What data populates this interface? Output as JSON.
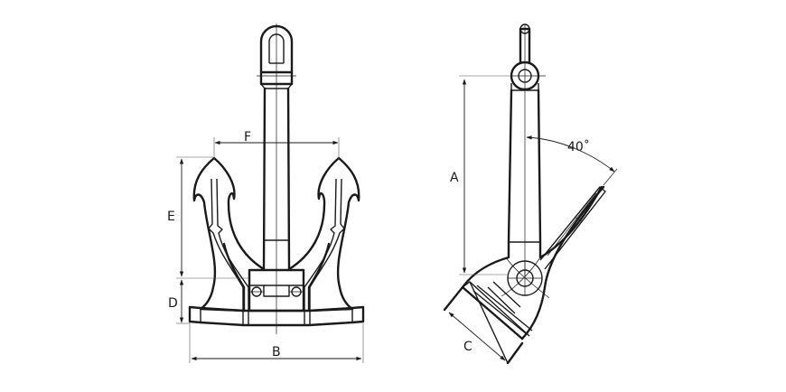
{
  "figure": {
    "colors": {
      "line": "#1a1a1a",
      "background": "#ffffff"
    },
    "front_view": {
      "dimension_labels": {
        "b": "B",
        "d": "D",
        "e": "E",
        "f": "F"
      }
    },
    "side_view": {
      "dimension_labels": {
        "a": "A",
        "c": "C"
      },
      "angle_label": "40˚"
    }
  }
}
